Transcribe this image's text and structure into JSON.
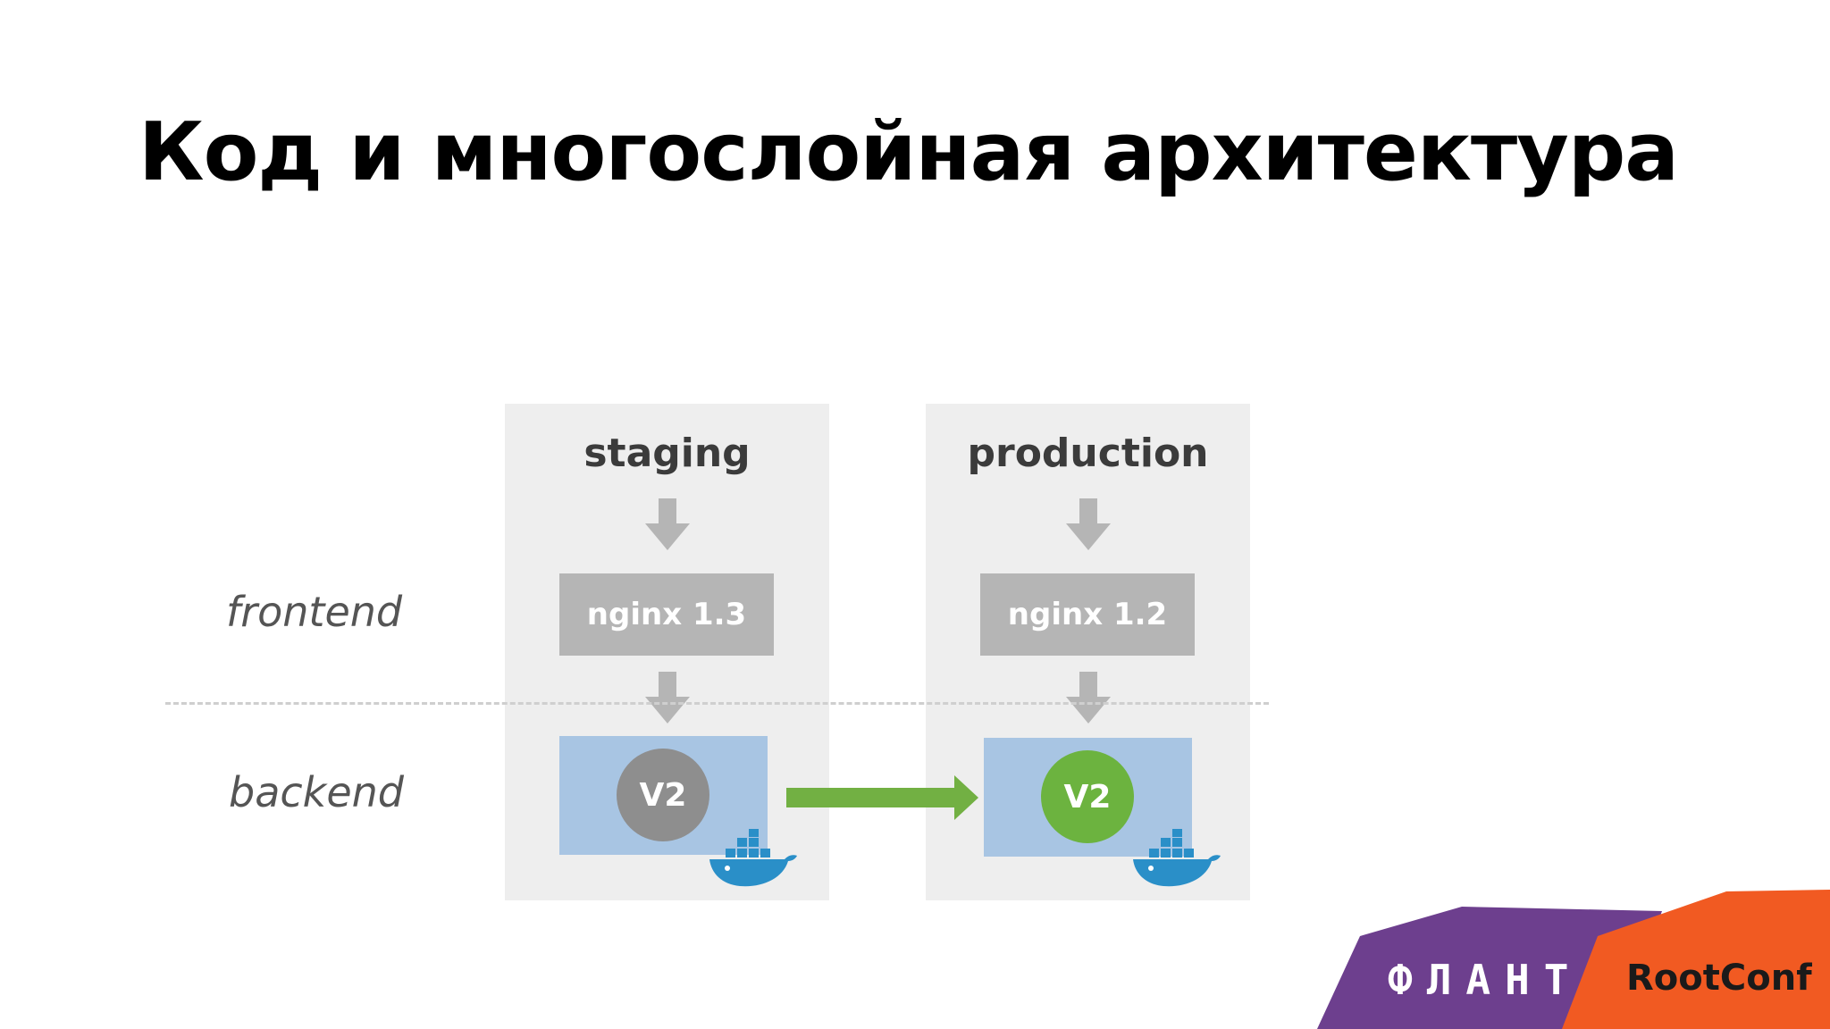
{
  "slide": {
    "title": "Код и многослойная архитектура"
  },
  "tiers": {
    "frontend": "frontend",
    "backend": "backend"
  },
  "environments": [
    {
      "name": "staging",
      "nginx": "nginx 1.3",
      "version": "V2",
      "version_color": "#8e8e8e"
    },
    {
      "name": "production",
      "nginx": "nginx 1.2",
      "version": "V2",
      "version_color": "#6cb33f"
    }
  ],
  "footer": {
    "flant_logo": "ФЛАНТ",
    "rootconf_logo": "RootConf"
  },
  "colors": {
    "panel": "#eeeeee",
    "nginx_box": "#b5b5b5",
    "backend_box": "#a8c5e3",
    "promote_arrow": "#72b043",
    "flant_purple": "#6d3f8e",
    "rootconf_orange": "#f15a22"
  }
}
